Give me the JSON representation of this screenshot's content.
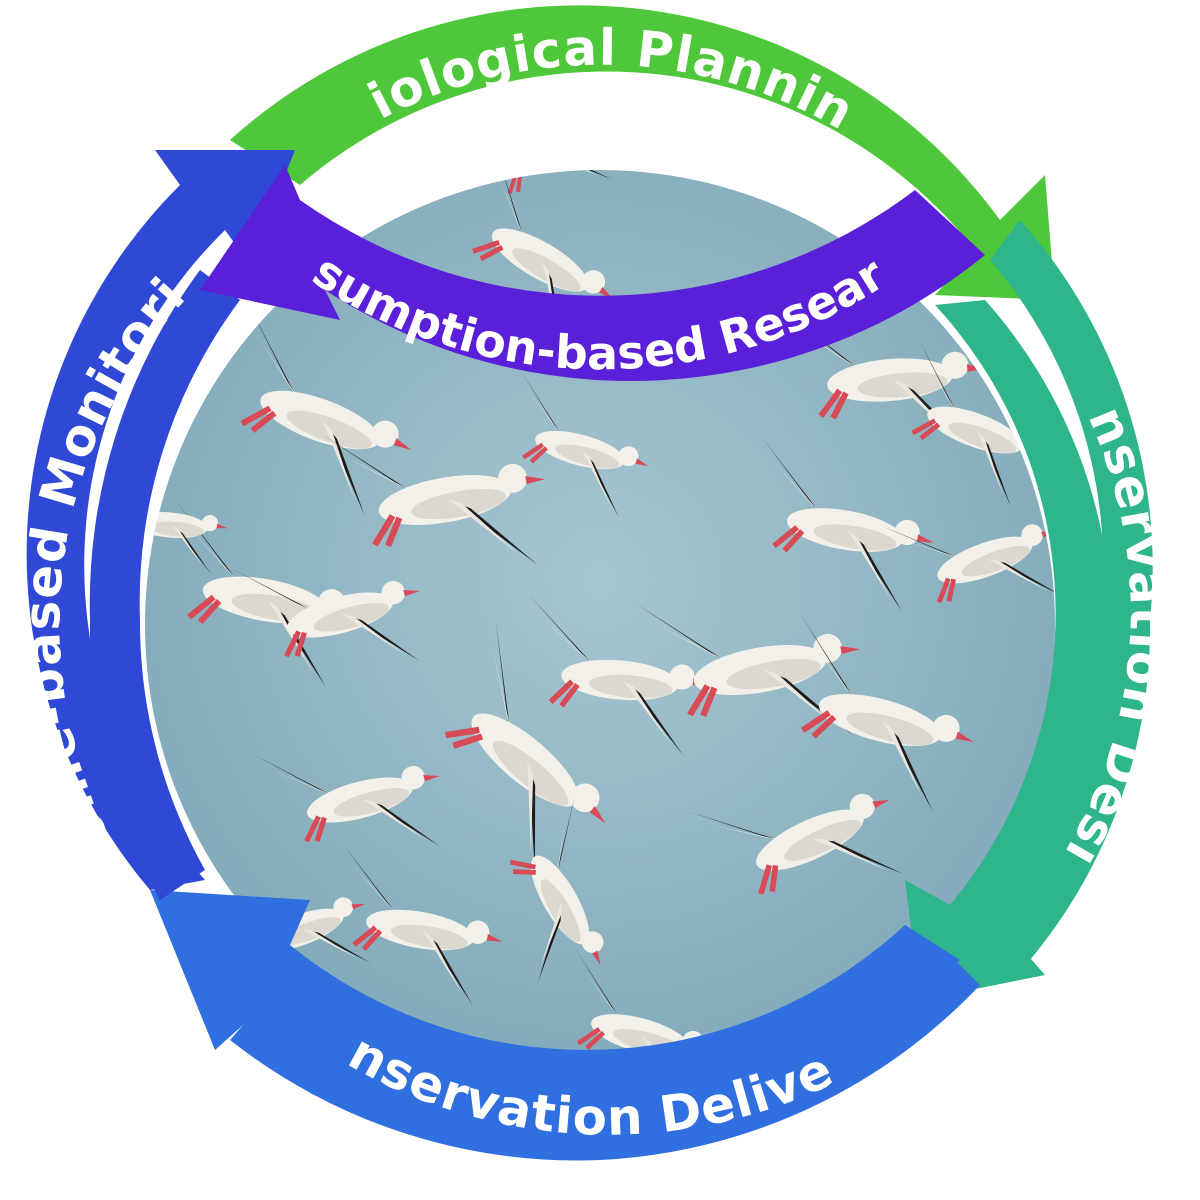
{
  "cycle": {
    "labels": {
      "top": "Biological Planning",
      "right": "Conservation Design",
      "bottom": "Conservation Delivery",
      "left": "Outcome-based Monitoring",
      "inner": "Assumption-based Research"
    },
    "colors": {
      "green": "#4ec83a",
      "teal": "#2eb58c",
      "blue": "#2f6fe0",
      "royal_blue": "#2f49d6",
      "purple": "#5a1fd8",
      "sky": "#8fb5c4"
    },
    "photo_subject": "flock of snow geese in flight"
  }
}
